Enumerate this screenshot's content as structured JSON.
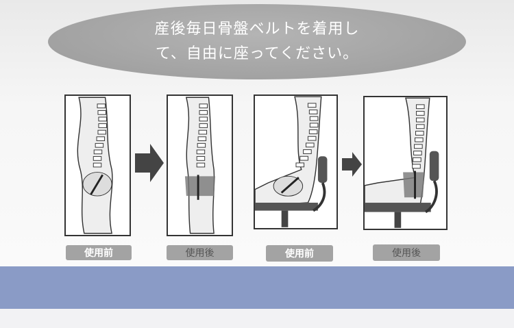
{
  "headline": {
    "line1": "産後毎日骨盤ベルトを着用し",
    "line2": "て、自由に座ってください。"
  },
  "panels": [
    {
      "label": "使用前",
      "state": "before",
      "pose": "standing"
    },
    {
      "label": "使用後",
      "state": "after",
      "pose": "standing"
    },
    {
      "label": "使用前",
      "state": "before",
      "pose": "sitting"
    },
    {
      "label": "使用後",
      "state": "after",
      "pose": "sitting"
    }
  ],
  "colors": {
    "band": "#8a9bc6",
    "label_bg": "#a3a3a3",
    "arrow": "#444444"
  }
}
